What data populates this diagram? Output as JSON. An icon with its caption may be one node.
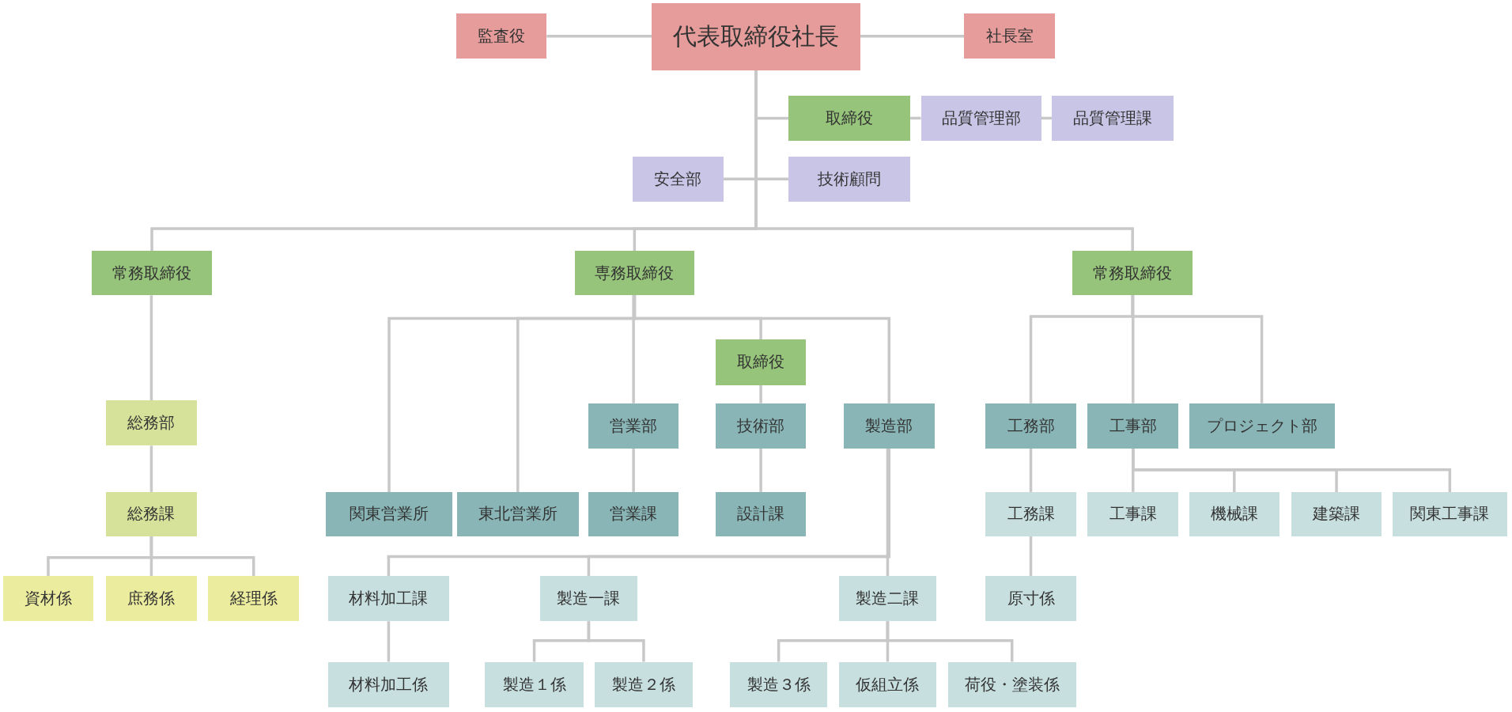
{
  "diagram": {
    "nodes": [
      {
        "text": [
          "監査役"
        ]
      },
      {
        "text": [
          "代表取締役社長"
        ]
      },
      {
        "text": [
          "社長室"
        ]
      },
      {
        "text": [
          "取締役"
        ]
      },
      {
        "text": [
          "品質管理部"
        ]
      },
      {
        "text": [
          "品質管理課"
        ]
      },
      {
        "text": [
          "安全部"
        ]
      },
      {
        "text": [
          "技術顧問"
        ]
      },
      {
        "text": [
          "常務取締役"
        ]
      },
      {
        "text": [
          "専務取締役"
        ]
      },
      {
        "text": [
          "常務取締役"
        ]
      },
      {
        "text": [
          "総務部"
        ]
      },
      {
        "text": [
          "総務課"
        ]
      },
      {
        "text": [
          "資材係"
        ]
      },
      {
        "text": [
          "庶務係"
        ]
      },
      {
        "text": [
          "経理係"
        ]
      },
      {
        "text": [
          "関東営業所"
        ]
      },
      {
        "text": [
          "東北営業所"
        ]
      },
      {
        "text": [
          "営業部"
        ]
      },
      {
        "text": [
          "営業課"
        ]
      },
      {
        "text": [
          "取締役"
        ]
      },
      {
        "text": [
          "技術部"
        ]
      },
      {
        "text": [
          "設計課"
        ]
      },
      {
        "text": [
          "製造部"
        ]
      },
      {
        "text": [
          "材料加工課"
        ]
      },
      {
        "text": [
          "製造一課"
        ]
      },
      {
        "text": [
          "製造二課"
        ]
      },
      {
        "text": [
          "材料加工係"
        ]
      },
      {
        "text": [
          "製造１係"
        ]
      },
      {
        "text": [
          "製造２係"
        ]
      },
      {
        "text": [
          "製造３係"
        ]
      },
      {
        "text": [
          "仮組立係"
        ]
      },
      {
        "text": [
          "荷役・塗装係"
        ]
      },
      {
        "text": [
          "工務部"
        ]
      },
      {
        "text": [
          "工事部"
        ]
      },
      {
        "text": [
          "プロジェクト部"
        ]
      },
      {
        "text": [
          "工務課"
        ]
      },
      {
        "text": [
          "原寸係"
        ]
      },
      {
        "text": [
          "工事課"
        ]
      },
      {
        "text": [
          "機械課"
        ]
      },
      {
        "text": [
          "建築課"
        ]
      },
      {
        "text": [
          "関東工事課"
        ]
      }
    ],
    "edges": [
      {
        "from": 1,
        "to": 0,
        "arrow": "none"
      },
      {
        "from": 1,
        "to": 2,
        "arrow": "none"
      },
      {
        "from": 1,
        "to": 3,
        "arrow": "none"
      },
      {
        "from": 3,
        "to": 4,
        "arrow": "none"
      },
      {
        "from": 4,
        "to": 5,
        "arrow": "none"
      },
      {
        "from": 1,
        "to": 6,
        "arrow": "none"
      },
      {
        "from": 1,
        "to": 7,
        "arrow": "none"
      },
      {
        "from": 1,
        "to": 8,
        "arrow": "none"
      },
      {
        "from": 1,
        "to": 9,
        "arrow": "none"
      },
      {
        "from": 1,
        "to": 10,
        "arrow": "none"
      },
      {
        "from": 8,
        "to": 11,
        "arrow": "none"
      },
      {
        "from": 11,
        "to": 12,
        "arrow": "none"
      },
      {
        "from": 12,
        "to": 13,
        "arrow": "none"
      },
      {
        "from": 12,
        "to": 14,
        "arrow": "none"
      },
      {
        "from": 12,
        "to": 15,
        "arrow": "none"
      },
      {
        "from": 9,
        "to": 16,
        "arrow": "none"
      },
      {
        "from": 9,
        "to": 17,
        "arrow": "none"
      },
      {
        "from": 9,
        "to": 18,
        "arrow": "none"
      },
      {
        "from": 9,
        "to": 20,
        "arrow": "none"
      },
      {
        "from": 9,
        "to": 23,
        "arrow": "none"
      },
      {
        "from": 18,
        "to": 19,
        "arrow": "none"
      },
      {
        "from": 20,
        "to": 21,
        "arrow": "none"
      },
      {
        "from": 21,
        "to": 22,
        "arrow": "none"
      },
      {
        "from": 23,
        "to": 24,
        "arrow": "none"
      },
      {
        "from": 23,
        "to": 25,
        "arrow": "none"
      },
      {
        "from": 23,
        "to": 26,
        "arrow": "none"
      },
      {
        "from": 24,
        "to": 27,
        "arrow": "none"
      },
      {
        "from": 25,
        "to": 28,
        "arrow": "none"
      },
      {
        "from": 25,
        "to": 29,
        "arrow": "none"
      },
      {
        "from": 26,
        "to": 30,
        "arrow": "none"
      },
      {
        "from": 26,
        "to": 31,
        "arrow": "none"
      },
      {
        "from": 26,
        "to": 32,
        "arrow": "none"
      },
      {
        "from": 10,
        "to": 33,
        "arrow": "none"
      },
      {
        "from": 10,
        "to": 34,
        "arrow": "none"
      },
      {
        "from": 10,
        "to": 35,
        "arrow": "none"
      },
      {
        "from": 33,
        "to": 36,
        "arrow": "none"
      },
      {
        "from": 36,
        "to": 37,
        "arrow": "none"
      },
      {
        "from": 34,
        "to": 38,
        "arrow": "none"
      },
      {
        "from": 34,
        "to": 39,
        "arrow": "none"
      },
      {
        "from": 34,
        "to": 40,
        "arrow": "none"
      },
      {
        "from": 34,
        "to": 41,
        "arrow": "none"
      }
    ]
  }
}
